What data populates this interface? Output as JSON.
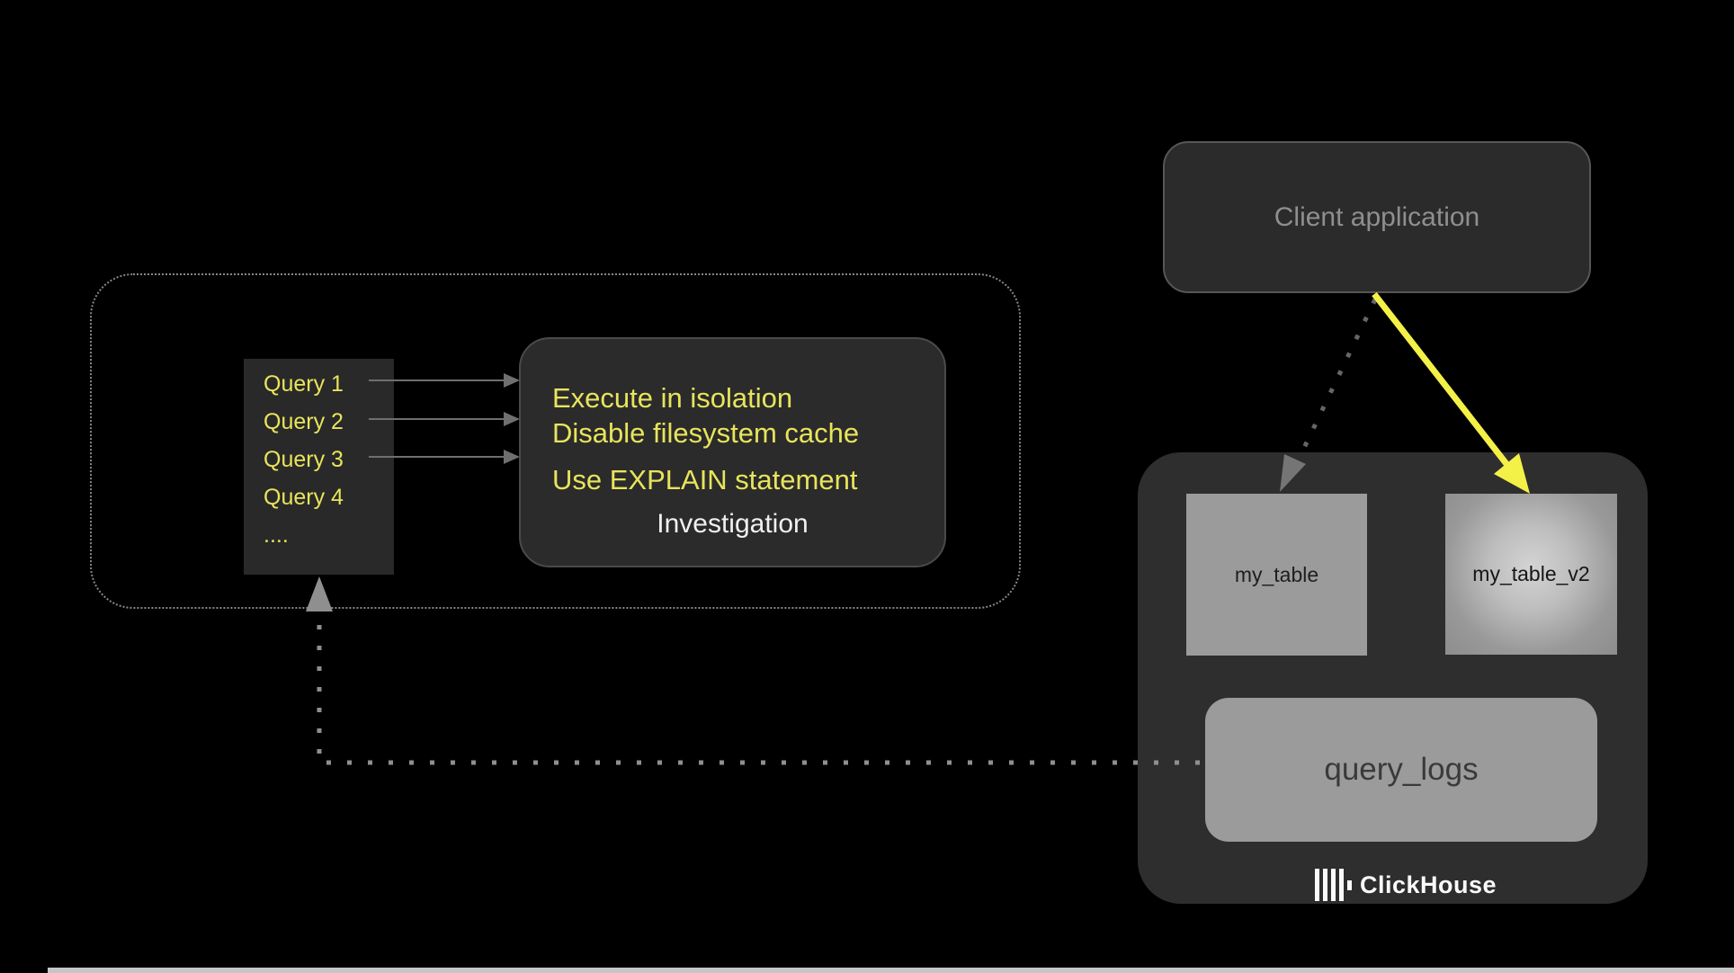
{
  "client_app": {
    "label": "Client application"
  },
  "queries": {
    "items": [
      "Query 1",
      "Query 2",
      "Query 3",
      "Query 4",
      "...."
    ]
  },
  "investigation": {
    "tips": [
      "Execute in isolation",
      "Disable filesystem cache",
      "Use EXPLAIN statement"
    ],
    "label": "Investigation"
  },
  "clickhouse": {
    "tables": [
      {
        "name": "my_table"
      },
      {
        "name": "my_table_v2",
        "highlighted": true
      }
    ],
    "logs_table": {
      "name": "query_logs"
    },
    "brand": {
      "name": "ClickHouse",
      "icon": "clickhouse-bars-icon"
    }
  },
  "colors": {
    "background": "#000000",
    "panel_dark": "#2b2b2b",
    "container_dark": "#2e2e2e",
    "node_gray": "#9b9b9b",
    "text_yellow": "#e8e45c",
    "arrow_yellow": "#f3f048",
    "dotted_gray": "#8f8f8f",
    "edge_strip": "#c6c6c6"
  }
}
